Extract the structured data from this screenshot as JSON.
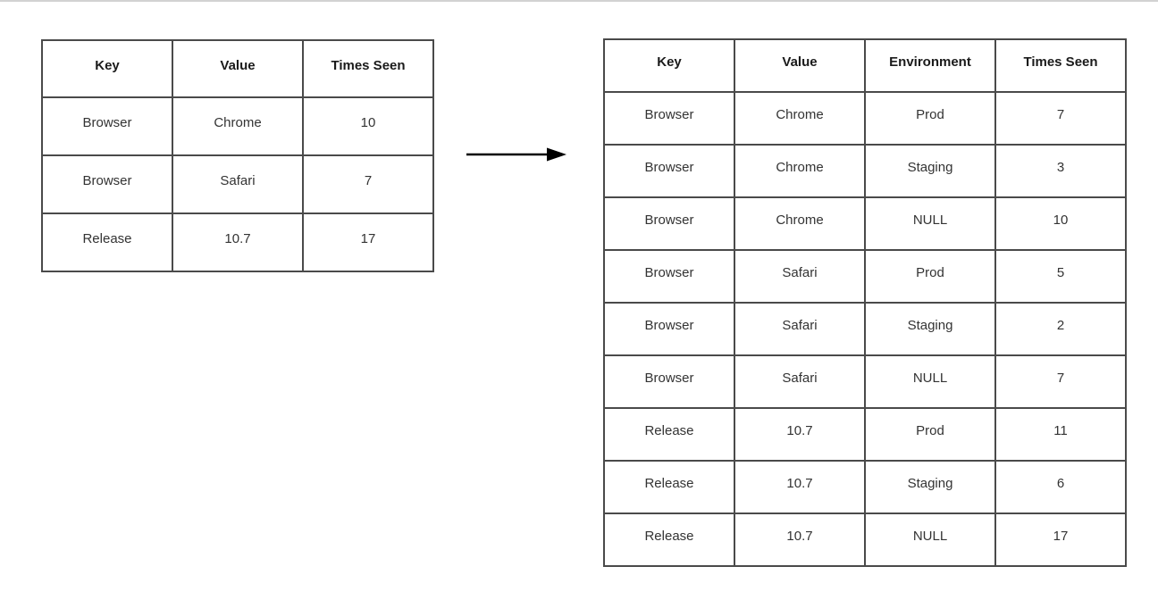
{
  "colors": {
    "border": "#4a4a4a",
    "header_text": "#1a1a1a",
    "cell_text": "#333333",
    "null_text": "#e9e9e9",
    "hairline": "#d2d2d2",
    "background": "#ffffff"
  },
  "left_table": {
    "headers": [
      "Key",
      "Value",
      "Times Seen"
    ],
    "rows": [
      [
        "Browser",
        "Chrome",
        "10"
      ],
      [
        "Browser",
        "Safari",
        "7"
      ],
      [
        "Release",
        "10.7",
        "17"
      ]
    ]
  },
  "arrow": {
    "icon": "right-arrow"
  },
  "right_table": {
    "headers": [
      "Key",
      "Value",
      "Environment",
      "Times Seen"
    ],
    "rows": [
      [
        "Browser",
        "Chrome",
        "Prod",
        "7"
      ],
      [
        "Browser",
        "Chrome",
        "Staging",
        "3"
      ],
      [
        "Browser",
        "Chrome",
        "NULL",
        "10"
      ],
      [
        "Browser",
        "Safari",
        "Prod",
        "5"
      ],
      [
        "Browser",
        "Safari",
        "Staging",
        "2"
      ],
      [
        "Browser",
        "Safari",
        "NULL",
        "7"
      ],
      [
        "Release",
        "10.7",
        "Prod",
        "11"
      ],
      [
        "Release",
        "10.7",
        "Staging",
        "6"
      ],
      [
        "Release",
        "10.7",
        "NULL",
        "17"
      ]
    ]
  }
}
